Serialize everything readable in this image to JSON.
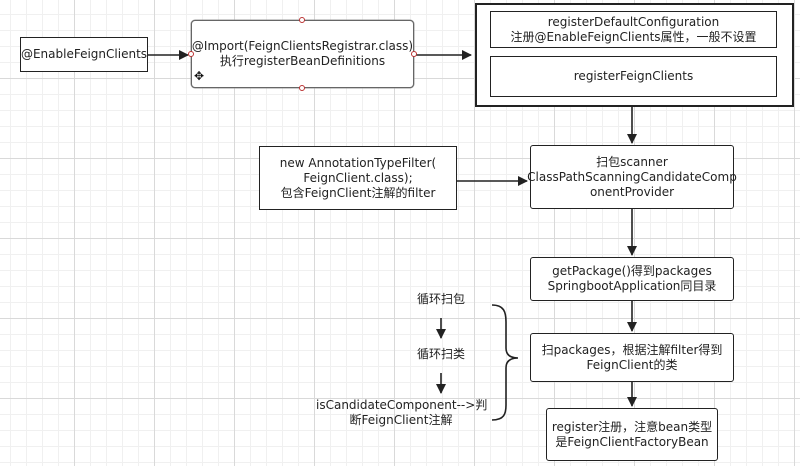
{
  "nodes": {
    "enable_feign": "@EnableFeignClients",
    "import_line1": "@Import(FeignClientsRegistrar.class)",
    "import_line2": "执行registerBeanDefinitions",
    "reg_default_line1": "registerDefaultConfiguration",
    "reg_default_line2": "注册@EnableFeignClients属性，一般不设置",
    "reg_feign": "registerFeignClients",
    "filter_line1": "new AnnotationTypeFilter(",
    "filter_line2": "FeignClient.class);",
    "filter_line3": "包含FeignClient注解的filter",
    "scanner_line1": "扫包scanner",
    "scanner_line2": "ClassPathScanningCandidateComp",
    "scanner_line3": "onentProvider",
    "getpkg_line1": "getPackage()得到packages",
    "getpkg_line2": "SpringbootApplication同目录",
    "scanpkg_line1": "扫packages，根据注解filter得到",
    "scanpkg_line2": "FeignClient的类",
    "register_line1": "register注册，注意bean类型",
    "register_line2": "是FeignClientFactoryBean"
  },
  "loop": {
    "step1": "循环扫包",
    "step2": "循环扫类",
    "step3_line1": "isCandidateComponent-->判",
    "step3_line2": "断FeignClient注解"
  },
  "icons": {
    "move": "move-icon"
  },
  "colors": {
    "stroke": "#222222",
    "handle": "#bb3333",
    "grid": "#d9d9d9"
  }
}
